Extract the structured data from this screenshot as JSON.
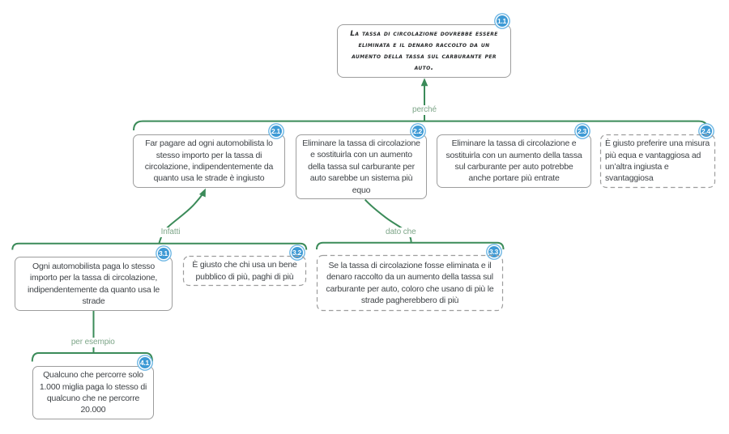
{
  "diagram": {
    "type": "argument-map",
    "language": "it",
    "background_color": "#ffffff",
    "colors": {
      "connector_green": "#3b8b59",
      "relation_label_green": "#7ea689",
      "node_border_gray": "#9d9d9d",
      "node_text": "#3f4347",
      "claim_text": "#26282a",
      "badge_fill_blue": "#3e9ad5",
      "badge_ring_blue": "#6cb6e4",
      "badge_text": "#ffffff"
    },
    "nodes": [
      {
        "id": "1.1",
        "role": "main-claim",
        "border": "solid",
        "text": "La tassa di circolazione dovrebbe essere\neliminata e il denaro raccolto da un\naumento della tassa sul carburante per\nauto."
      },
      {
        "id": "2.1",
        "role": "reason",
        "border": "solid",
        "text": "Far pagare ad ogni automobilista lo\nstesso importo per la tassa di\ncircolazione, indipendentemente da\nquanto usa le strade è ingiusto"
      },
      {
        "id": "2.2",
        "role": "reason",
        "border": "solid",
        "text": "Eliminare la tassa di circolazione\ne sostituirla con un aumento\ndella tassa sul carburante per\nauto sarebbe un sistema più\nequo"
      },
      {
        "id": "2.3",
        "role": "reason",
        "border": "solid",
        "text": "Eliminare la tassa di circolazione e\nsostituirla con un aumento della tassa\nsul carburante per auto potrebbe\nanche portare più entrate"
      },
      {
        "id": "2.4",
        "role": "reason",
        "border": "dashed",
        "text": "È giusto preferire una misura\npiù equa e vantaggiosa ad\nun’altra ingiusta e\nsvantaggiosa"
      },
      {
        "id": "3.1",
        "role": "reason",
        "border": "solid",
        "text": "Ogni automobilista paga lo stesso\nimporto per la tassa di circolazione,\nindipendentemente da quanto usa le\nstrade"
      },
      {
        "id": "3.2",
        "role": "reason",
        "border": "dashed",
        "text": "È giusto che chi usa un bene\npubblico di più, paghi di più"
      },
      {
        "id": "3.3",
        "role": "reason",
        "border": "dashed",
        "text": "Se la tassa di circolazione fosse eliminata e il\ndenaro raccolto da un aumento della tassa sul\ncarburante per auto, coloro che usano di più le\nstrade pagherebbero di più"
      },
      {
        "id": "4.1",
        "role": "example",
        "border": "solid",
        "text": "Qualcuno che percorre solo\n1.000 miglia paga lo stesso di\nqualcuno che ne percorre\n20.000"
      }
    ],
    "relations": [
      {
        "label": "perché",
        "from_group": [
          "2.1",
          "2.2",
          "2.3",
          "2.4"
        ],
        "to": "1.1"
      },
      {
        "label": "Infatti",
        "from_group": [
          "3.1",
          "3.2"
        ],
        "to": "2.1"
      },
      {
        "label": "dato che",
        "from_group": [
          "3.3"
        ],
        "to": "2.2"
      },
      {
        "label": "per esempio",
        "from_group": [
          "4.1"
        ],
        "to": "3.1"
      }
    ]
  }
}
